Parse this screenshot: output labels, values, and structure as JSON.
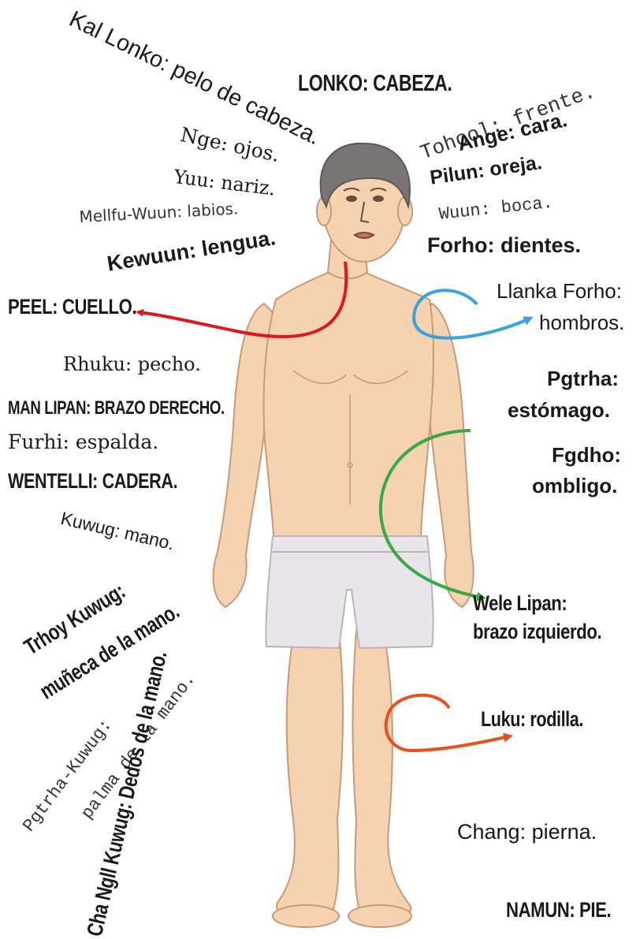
{
  "labels": {
    "kal_lonko": "Kal Lonko: pelo de cabeza.",
    "lonko": "LONKO: CABEZA.",
    "tohool": "Tohool: frente.",
    "ange": "Ange: cara.",
    "nge": "Nge: ojos.",
    "yuu": "Yuu: nariz.",
    "pilun": "Pilun: oreja.",
    "mellfu": "Mellfu-Wuun: labios.",
    "wuun": "Wuun: boca.",
    "kewuun": "Kewuun: lengua.",
    "forho": "Forho: dientes.",
    "peel": "PEEL: CUELLO.",
    "llanka_1": "Llanka Forho:",
    "llanka_2": "hombros.",
    "rhuku": "Rhuku: pecho.",
    "pgtrha_1": "Pgtrha:",
    "pgtrha_2": "estómago.",
    "man_lipan": "MAN LIPAN: BRAZO DERECHO.",
    "furhi": "Furhi: espalda.",
    "fgdho_1": "Fgdho:",
    "fgdho_2": "ombligo.",
    "wentelli": "WENTELLI: CADERA.",
    "kuwug": "Kuwug: mano.",
    "trhoy_1": "Trhoy Kuwug:",
    "trhoy_2": "muñeca de la mano.",
    "wele_1": "Wele Lipan:",
    "wele_2": "brazo izquierdo.",
    "palma_1": "Pgtrha-Kuwug:",
    "palma_2": "palma de la mano.",
    "dedos": "Cha Ngll Kuwug: Dedos de la mano.",
    "luku": "Luku: rodilla.",
    "chang": "Chang: pierna.",
    "namun": "NAMUN: PIE."
  },
  "colors": {
    "red_arrow": "#e0161e",
    "blue_arrow": "#3aa3dc",
    "green_arrow": "#3aa843",
    "orange_arrow": "#e8501c",
    "skin": "#f5d2b0",
    "shorts": "#e9e6ea",
    "hair": "#7a7474"
  },
  "figure": {
    "subject": "hand-drawn standing man in white shorts"
  }
}
